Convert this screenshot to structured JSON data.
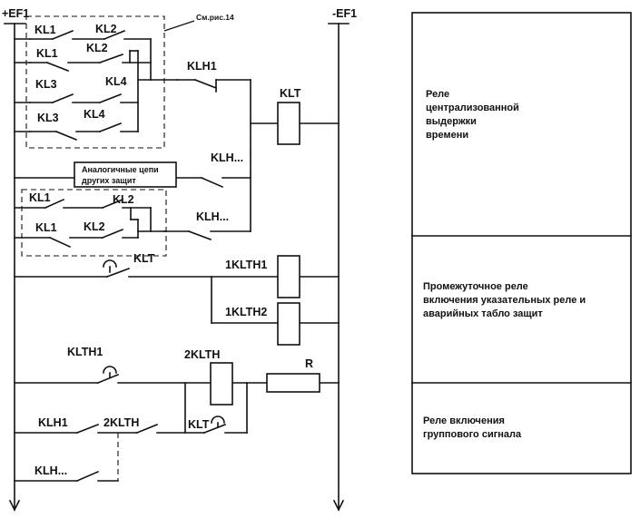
{
  "rails": {
    "left": "+EF1",
    "right": "-EF1"
  },
  "reference": "См.рис.14",
  "contacts": {
    "kl1_a": "KL1",
    "kl2_a": "KL2",
    "kl1_b": "KL1",
    "kl2_b": "KL2",
    "kl3_a": "KL3",
    "kl4_a": "KL4",
    "kl3_b": "KL3",
    "kl4_b": "KL4",
    "klh1": "KLH1",
    "klh_top": "KLH...",
    "kl1_c": "KL1",
    "kl2_c": "KL2",
    "kl1_d": "KL1",
    "kl2_d": "KL2",
    "klh_mid": "KLH...",
    "klt_contact": "KLT",
    "klth1": "KLTH1",
    "klh1_low": "KLH1",
    "k2klth_contact": "2KLTH",
    "klt_contact2": "KLT",
    "klh_low": "KLH..."
  },
  "coils": {
    "klt": "KLT",
    "k1klth1": "1KLTH1",
    "k1klth2": "1KLTH2",
    "k2klth": "2KLTH",
    "resistor": "R"
  },
  "note": {
    "line1": "Аналогичные цепи",
    "line2": "других защит"
  },
  "descriptions": {
    "d1_l1": "Реле",
    "d1_l2": "централизованной",
    "d1_l3": "выдержки",
    "d1_l4": "времени",
    "d2_l1": "Промежуточное реле",
    "d2_l2": "включения указательных реле и",
    "d2_l3": "аварийных  табло защит",
    "d3_l1": "Реле включения",
    "d3_l2": "группового сигнала"
  }
}
